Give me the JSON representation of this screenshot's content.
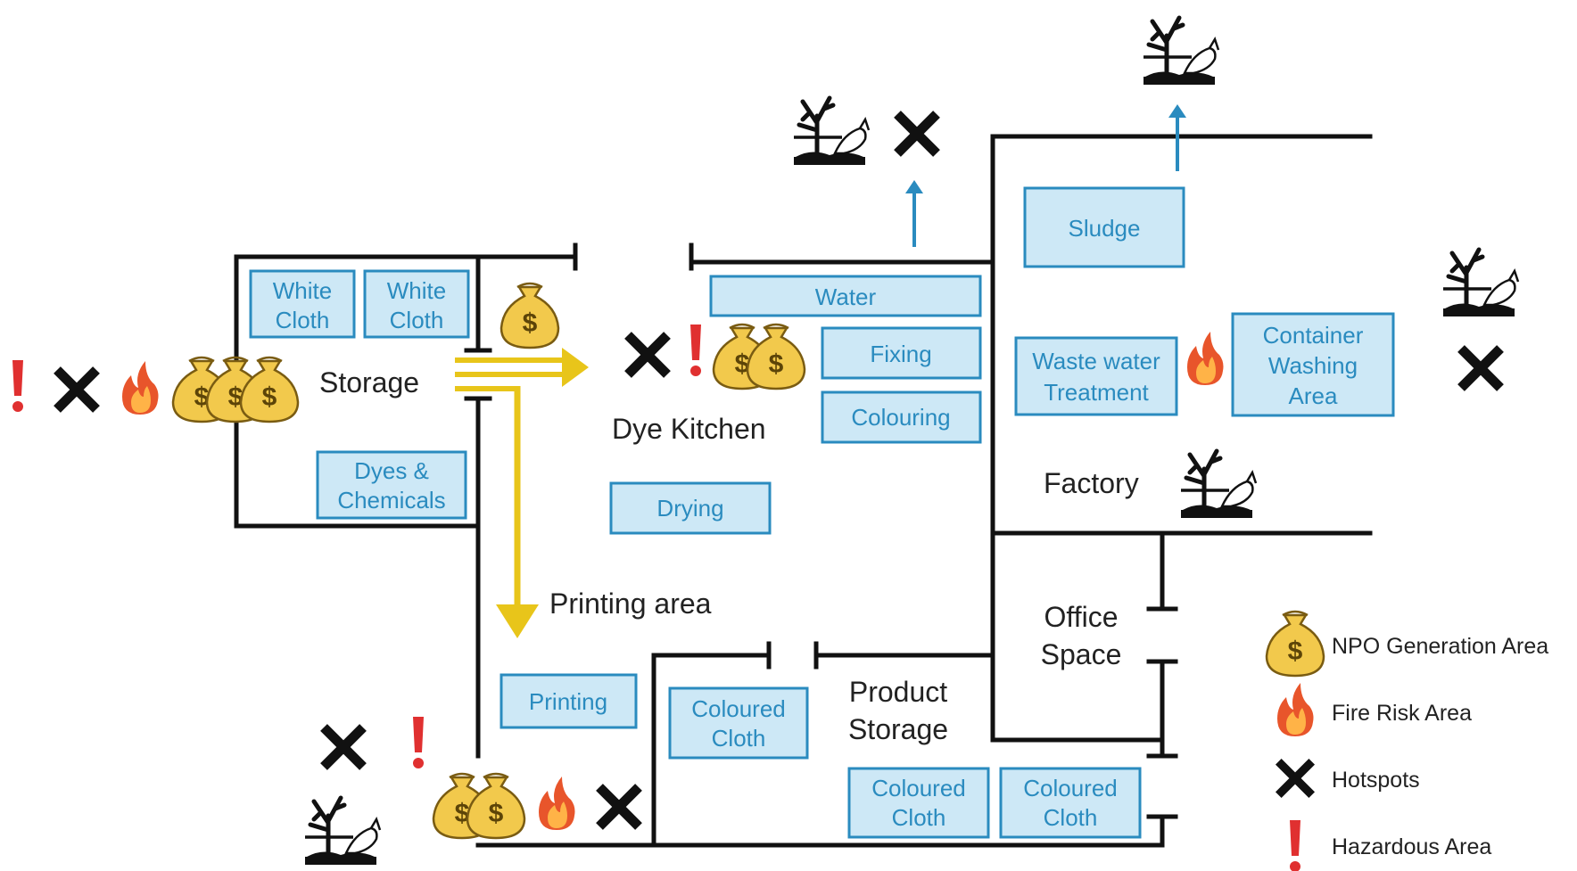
{
  "colors": {
    "box_fill": "#cde8f6",
    "box_stroke": "#2a8bbf",
    "box_text": "#2a8bbf",
    "wall": "#111111",
    "flow_arrow": "#e8c51a",
    "discharge_arrow": "#2a8bbf",
    "hazard": "#e03030",
    "hotspot": "#111111",
    "money_bag": "#f2c94c",
    "fire": "#e8552b"
  },
  "areas": {
    "storage": "Storage",
    "dye_kitchen": "Dye Kitchen",
    "factory": "Factory",
    "printing_area": "Printing area",
    "office_line1": "Office",
    "office_line2": "Space",
    "product_storage_line1": "Product",
    "product_storage_line2": "Storage"
  },
  "boxes": {
    "white_cloth_1": [
      "White",
      "Cloth"
    ],
    "white_cloth_2": [
      "White",
      "Cloth"
    ],
    "dyes_chemicals": [
      "Dyes &",
      "Chemicals"
    ],
    "water": [
      "Water"
    ],
    "fixing": [
      "Fixing"
    ],
    "colouring": [
      "Colouring"
    ],
    "drying": [
      "Drying"
    ],
    "sludge": [
      "Sludge"
    ],
    "waste_water": [
      "Waste water",
      "Treatment"
    ],
    "container_washing": [
      "Container",
      "Washing",
      "Area"
    ],
    "printing": [
      "Printing"
    ],
    "coloured_cloth_1": [
      "Coloured",
      "Cloth"
    ],
    "coloured_cloth_2": [
      "Coloured",
      "Cloth"
    ],
    "coloured_cloth_3": [
      "Coloured",
      "Cloth"
    ]
  },
  "legend": {
    "npo": "NPO Generation Area",
    "fire": "Fire Risk Area",
    "hotspots": "Hotspots",
    "hazardous": "Hazardous Area"
  },
  "icons": {
    "money_bag": "money-bag-icon",
    "fire": "fire-icon",
    "hotspot": "hotspot-x-icon",
    "hazard": "hazard-exclamation-icon",
    "environment": "dead-tree-fish-icon",
    "money_symbol": "$"
  }
}
